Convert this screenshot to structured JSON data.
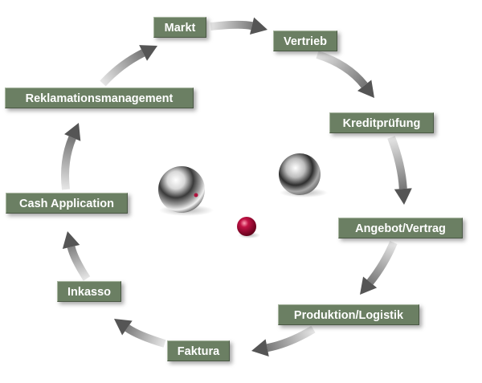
{
  "nodes": {
    "markt": "Markt",
    "vertrieb": "Vertrieb",
    "kreditpruefung": "Kreditprüfung",
    "angebot": "Angebot/Vertrag",
    "produktion": "Produktion/Logistik",
    "faktura": "Faktura",
    "inkasso": "Inkasso",
    "cash_application": "Cash Application",
    "reklamation": "Reklamationsmanagement"
  },
  "flow": [
    "markt",
    "vertrieb",
    "kreditpruefung",
    "angebot",
    "produktion",
    "faktura",
    "inkasso",
    "cash_application",
    "reklamation",
    "markt"
  ],
  "colors": {
    "box_fill": "#6b7f63",
    "box_text": "#ffffff",
    "arrow_tail": "#e6e6e6",
    "arrow_head": "#555555",
    "small_ball": "#a00d36"
  },
  "decor": [
    "chrome-ball",
    "chrome-ball",
    "red-jack-ball"
  ]
}
